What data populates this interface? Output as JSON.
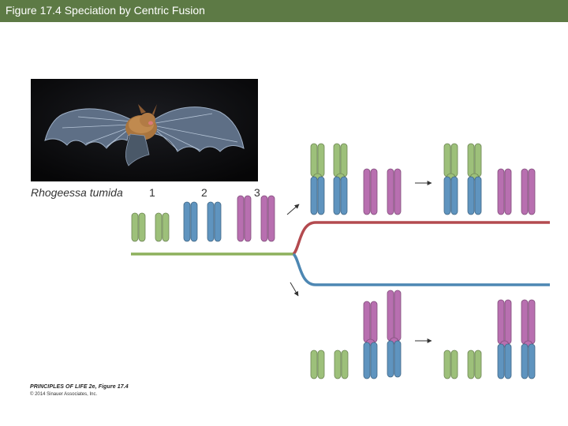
{
  "header": {
    "title": "Figure 17.4  Speciation by Centric Fusion"
  },
  "figure": {
    "species_label": "Rhogeessa tumida",
    "chromosome_numbers": [
      "1",
      "2",
      "3"
    ]
  },
  "credit": {
    "title": "PRINCIPLES OF LIFE 2e, Figure 17.4",
    "copyright": "© 2014 Sinauer Associates, Inc."
  },
  "colors": {
    "header_bg": "#5d7a45",
    "ancestral_lineage": "#8db05c",
    "upper_lineage": "#b34a4f",
    "lower_lineage": "#4d87b3",
    "chromosome_1": "#9dc07a",
    "chromosome_2": "#5f94bf",
    "chromosome_3": "#b86fb0"
  }
}
